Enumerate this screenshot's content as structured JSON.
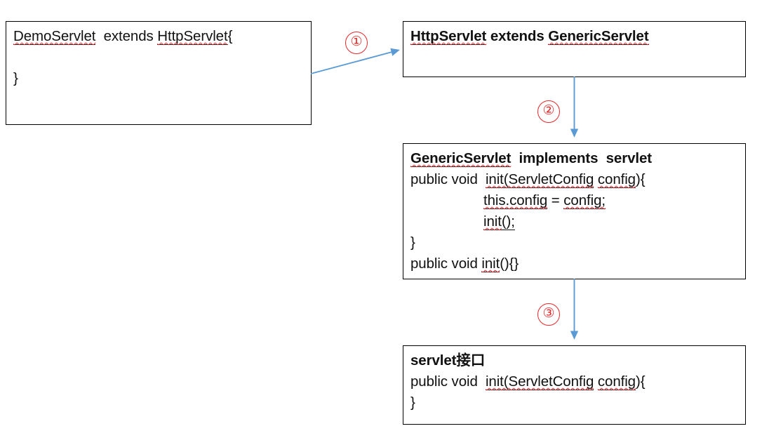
{
  "diagram": {
    "type": "class-hierarchy-flow",
    "title": "Servlet inheritance chain (DemoServlet -> HttpServlet -> GenericServlet -> Servlet)",
    "accent_color": "#5B9BD5",
    "marker_color": "#E8262A",
    "box_border_color": "#000000",
    "text_color": "#111111",
    "background_color": "#FFFFFF"
  },
  "boxes": [
    {
      "id": "demo-servlet",
      "lines": [
        {
          "segments": [
            {
              "text": "DemoServlet",
              "underline": true,
              "spellcheck": true
            },
            {
              "text": "  extends ",
              "underline": false,
              "spellcheck": false
            },
            {
              "text": "HttpServlet",
              "underline": true,
              "spellcheck": true
            },
            {
              "text": "{",
              "underline": false,
              "spellcheck": false
            }
          ],
          "bold": false,
          "indent": false
        },
        {
          "segments": [],
          "blank": true
        },
        {
          "segments": [
            {
              "text": "}",
              "underline": false,
              "spellcheck": false
            }
          ],
          "bold": false,
          "indent": false
        }
      ]
    },
    {
      "id": "http-servlet",
      "lines": [
        {
          "segments": [
            {
              "text": "HttpServlet",
              "underline": true,
              "spellcheck": true
            },
            {
              "text": " extends ",
              "underline": false,
              "spellcheck": false
            },
            {
              "text": "GenericServlet",
              "underline": true,
              "spellcheck": true
            }
          ],
          "bold": true,
          "indent": false
        }
      ]
    },
    {
      "id": "generic-servlet",
      "lines": [
        {
          "segments": [
            {
              "text": "GenericServlet",
              "underline": true,
              "spellcheck": true
            },
            {
              "text": "  implements  servlet",
              "underline": false,
              "spellcheck": false
            }
          ],
          "bold": true,
          "indent": false
        },
        {
          "segments": [
            {
              "text": "public void  ",
              "underline": false,
              "spellcheck": false
            },
            {
              "text": "init(ServletConfig",
              "underline": true,
              "spellcheck": true
            },
            {
              "text": " ",
              "underline": false,
              "spellcheck": false
            },
            {
              "text": "config",
              "underline": true,
              "spellcheck": true
            },
            {
              "text": "){",
              "underline": false,
              "spellcheck": false
            }
          ],
          "bold": false,
          "indent": false
        },
        {
          "segments": [
            {
              "text": "this.config",
              "underline": true,
              "spellcheck": true
            },
            {
              "text": " = ",
              "underline": false,
              "spellcheck": false
            },
            {
              "text": "config;",
              "underline": true,
              "spellcheck": true
            }
          ],
          "bold": false,
          "indent": true
        },
        {
          "segments": [
            {
              "text": "init",
              "underline": true,
              "spellcheck": true
            },
            {
              "text": "();",
              "underline": true,
              "spellcheck": false
            }
          ],
          "bold": false,
          "indent": true
        },
        {
          "segments": [
            {
              "text": "}",
              "underline": false,
              "spellcheck": false
            }
          ],
          "bold": false,
          "indent": false
        },
        {
          "segments": [
            {
              "text": "public void ",
              "underline": false,
              "spellcheck": false
            },
            {
              "text": "init",
              "underline": true,
              "spellcheck": true
            },
            {
              "text": "(){}",
              "underline": false,
              "spellcheck": false
            }
          ],
          "bold": false,
          "indent": false
        }
      ]
    },
    {
      "id": "servlet-interface",
      "lines": [
        {
          "segments": [
            {
              "text": "servlet接口",
              "underline": false,
              "spellcheck": false
            }
          ],
          "bold": true,
          "indent": false
        },
        {
          "segments": [
            {
              "text": "public void  ",
              "underline": false,
              "spellcheck": false
            },
            {
              "text": "init(ServletConfig",
              "underline": true,
              "spellcheck": true
            },
            {
              "text": " ",
              "underline": false,
              "spellcheck": false
            },
            {
              "text": "config",
              "underline": true,
              "spellcheck": true
            },
            {
              "text": "){",
              "underline": false,
              "spellcheck": false
            }
          ],
          "bold": false,
          "indent": false
        },
        {
          "segments": [
            {
              "text": "}",
              "underline": false,
              "spellcheck": false
            }
          ],
          "bold": false,
          "indent": false
        }
      ]
    }
  ],
  "markers": [
    {
      "id": "marker-1",
      "label": "①"
    },
    {
      "id": "marker-2",
      "label": "②"
    },
    {
      "id": "marker-3",
      "label": "③"
    }
  ],
  "connectors": [
    {
      "id": "arrow-demo-to-http",
      "from": "demo-servlet",
      "to": "http-servlet",
      "style": "diagonal"
    },
    {
      "id": "arrow-http-to-generic",
      "from": "http-servlet",
      "to": "generic-servlet",
      "style": "vertical"
    },
    {
      "id": "arrow-generic-to-servlet",
      "from": "generic-servlet",
      "to": "servlet-interface",
      "style": "vertical"
    }
  ]
}
